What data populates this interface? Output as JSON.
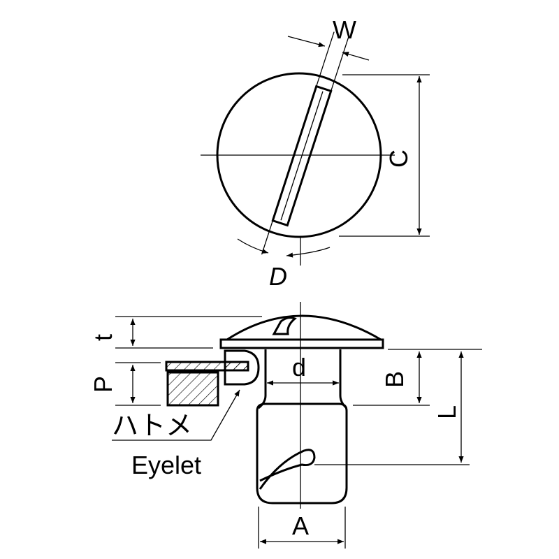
{
  "title": "Eyelet fastener dimension drawing",
  "labels": {
    "W": "W",
    "C": "C",
    "D": "D",
    "t": "t",
    "P": "P",
    "d": "d",
    "B": "B",
    "L": "L",
    "A": "A",
    "eyelet_jp": "ハトメ",
    "eyelet_en": "Eyelet"
  },
  "colors": {
    "line": "#000000",
    "background": "#ffffff"
  }
}
